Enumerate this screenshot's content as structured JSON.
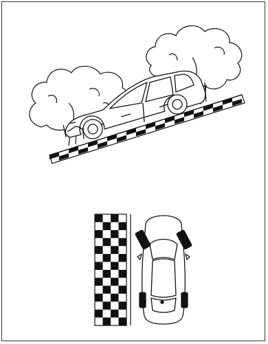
{
  "figures": [
    {
      "name": "hill-parking-illustration",
      "subject": "hatchback-car-parked-on-slope",
      "elements": [
        "trees",
        "car-side-view",
        "checkered-curb-slope"
      ]
    },
    {
      "name": "curb-topdown-illustration",
      "subject": "car-top-view-wheels-turned-toward-curb",
      "elements": [
        "checkered-curb",
        "car-top-view"
      ]
    }
  ],
  "colors": {
    "ink": "#111111",
    "paper": "#ffffff",
    "frame": "#333333"
  }
}
